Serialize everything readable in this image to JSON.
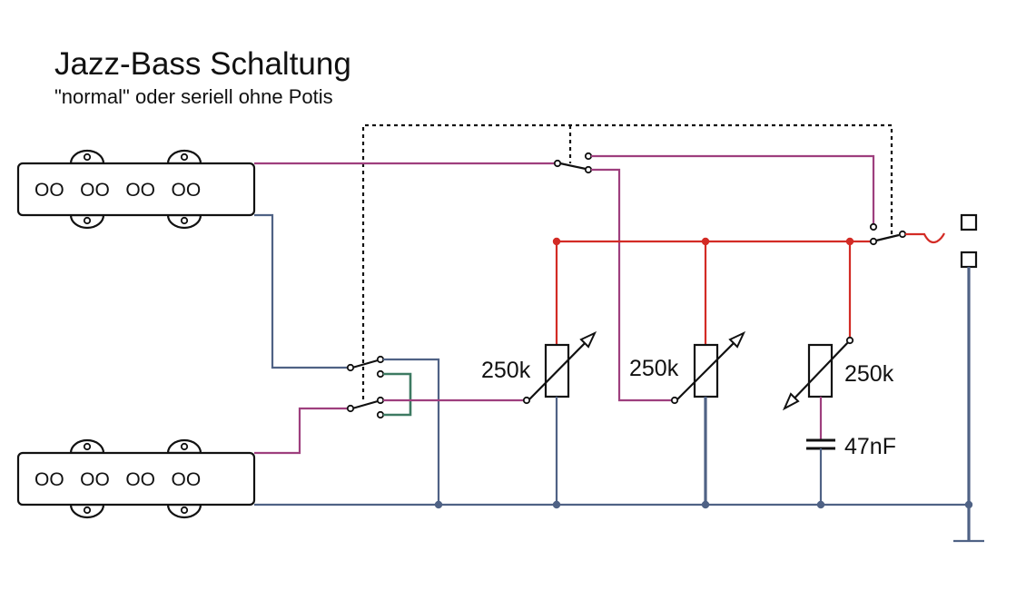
{
  "title": "Jazz-Bass Schaltung",
  "subtitle": "\"normal\" oder seriell ohne Potis",
  "pickups": {
    "neck": {
      "pole_text": "OO   OO   OO   OO"
    },
    "bridge": {
      "pole_text": "OO   OO   OO   OO"
    }
  },
  "components": {
    "pot_volume_1": "250k",
    "pot_volume_2": "250k",
    "pot_tone": "250k",
    "capacitor": "47nF"
  },
  "colors": {
    "signal_hot": "#d32b25",
    "pickup_wire": "#9e3f7e",
    "ground": "#4f6285",
    "bridge_link": "#3d7a62"
  }
}
